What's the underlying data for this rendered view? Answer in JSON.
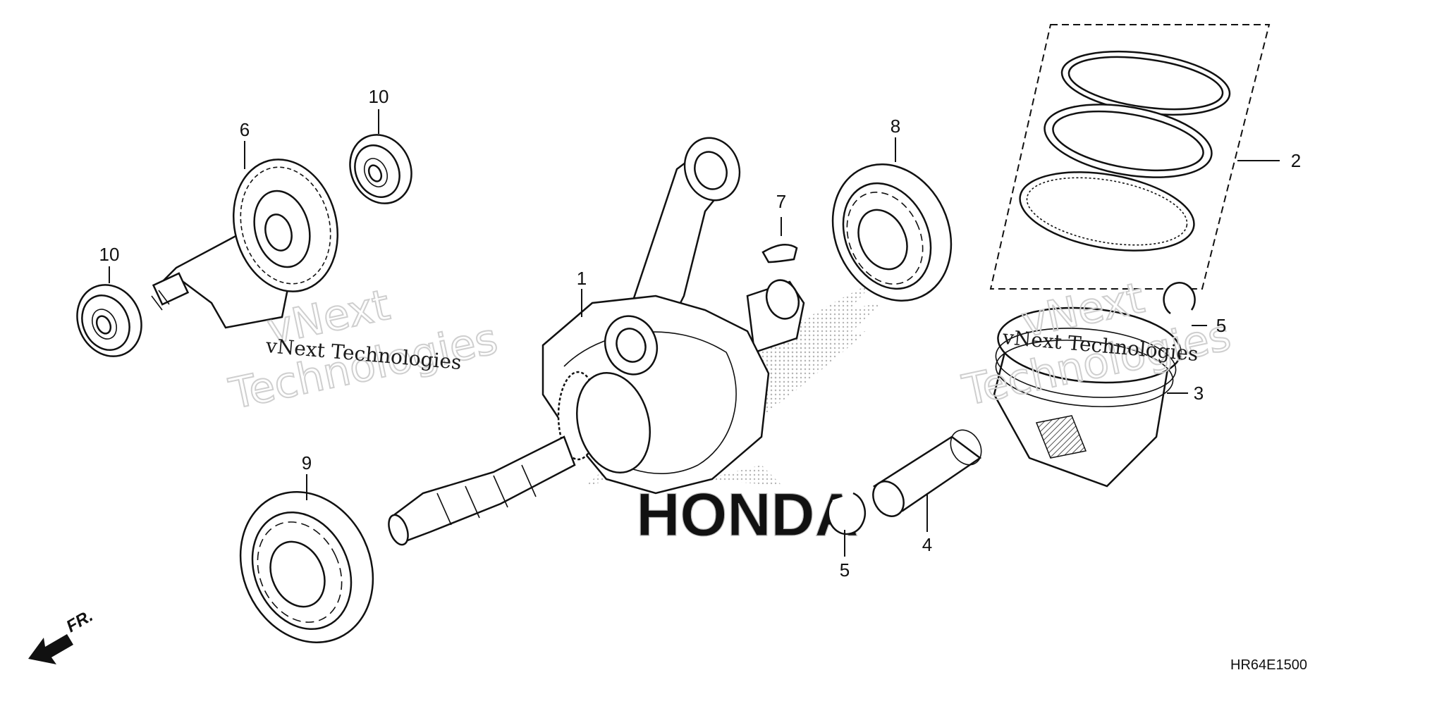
{
  "callouts": [
    {
      "id": "1",
      "label": "1"
    },
    {
      "id": "2",
      "label": "2"
    },
    {
      "id": "3",
      "label": "3"
    },
    {
      "id": "4",
      "label": "4"
    },
    {
      "id": "5a",
      "label": "5"
    },
    {
      "id": "5b",
      "label": "5"
    },
    {
      "id": "6",
      "label": "6"
    },
    {
      "id": "7",
      "label": "7"
    },
    {
      "id": "8",
      "label": "8"
    },
    {
      "id": "9",
      "label": "9"
    },
    {
      "id": "10a",
      "label": "10"
    },
    {
      "id": "10b",
      "label": "10"
    }
  ],
  "watermark": {
    "small_text": "vNext Technologies",
    "big_line1": "vNext",
    "big_line2": "Technologies"
  },
  "logo_text": "HONDA",
  "direction_indicator": "FR.",
  "diagram_code": "HR64E1500",
  "colors": {
    "line": "#111111",
    "background": "#ffffff",
    "watermark": "#cfcfcf",
    "logo_stipple": "#c0c0c0"
  }
}
